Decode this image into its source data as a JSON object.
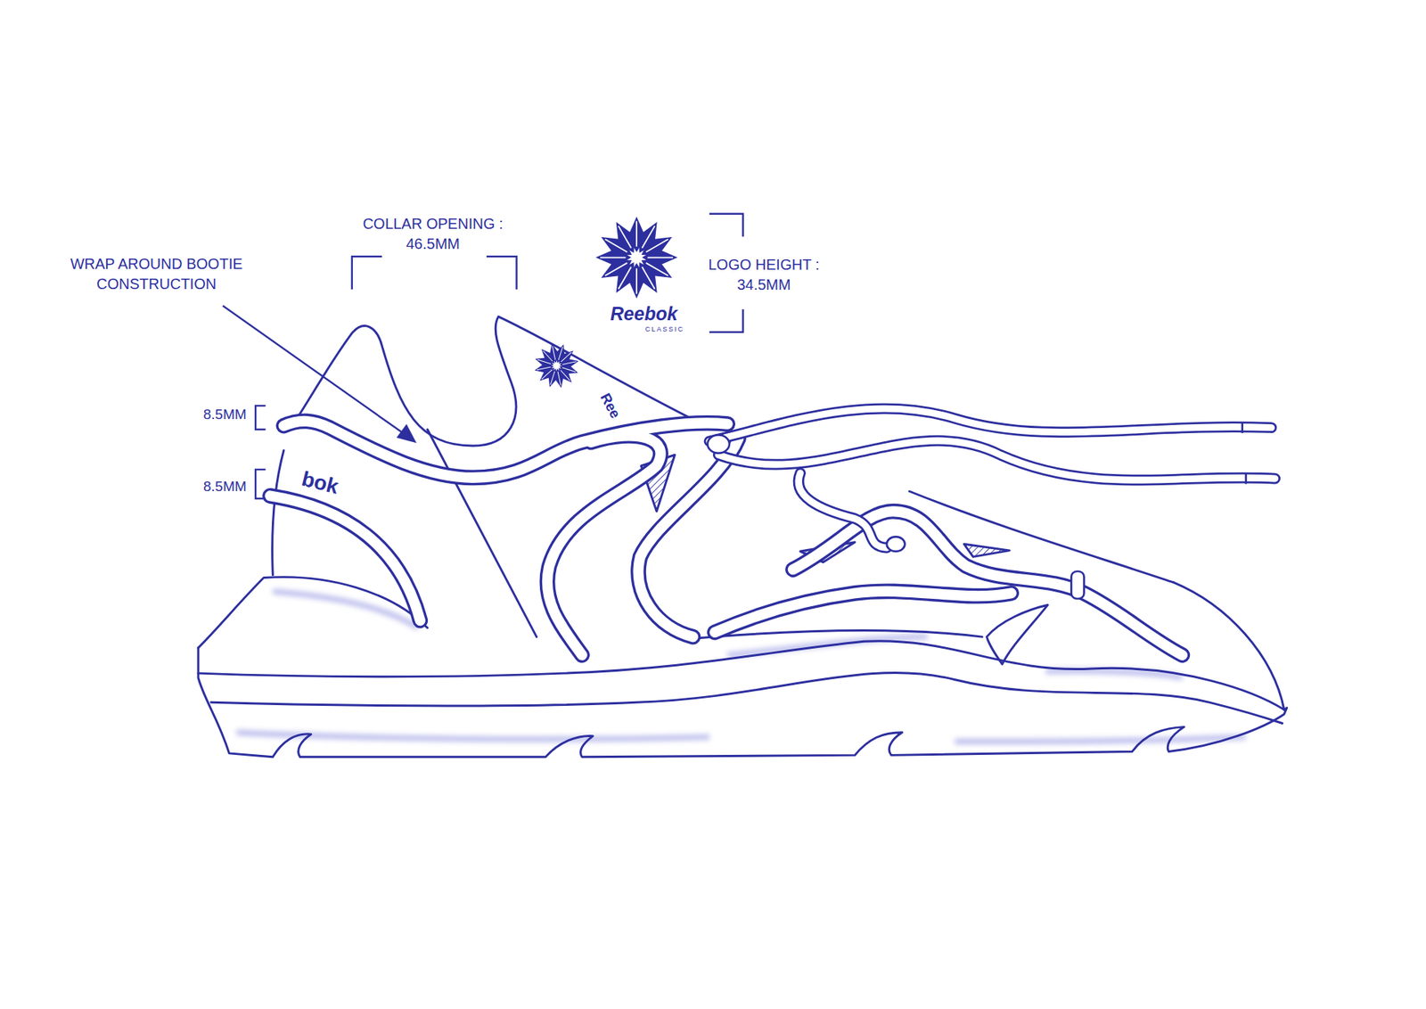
{
  "diagram": {
    "labels": [
      "COLLAR OPENING : 46.5MM",
      "Reebok",
      "CLASSIC",
      "LOGO HEIGHT : 34.5MM",
      "WRAP AROUND BOOTIE CONSTRUCTION",
      "8.5MM",
      "Ree",
      "8.5MM",
      "bok"
    ]
  }
}
